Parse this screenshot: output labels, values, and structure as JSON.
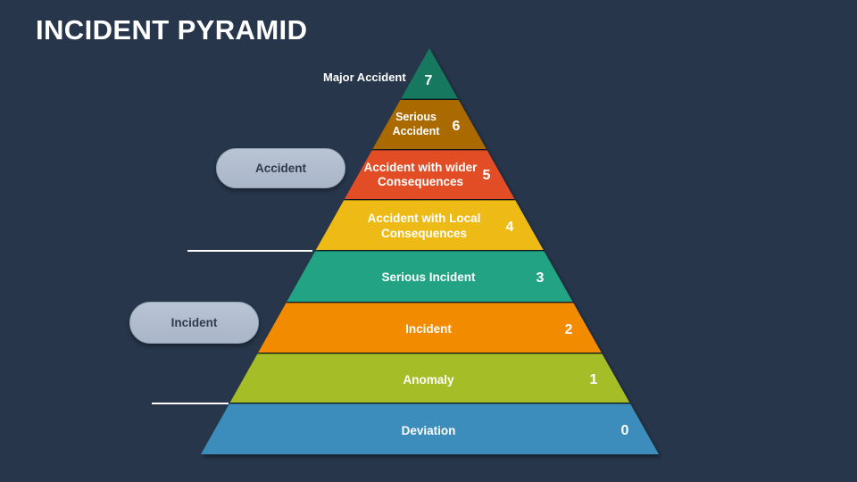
{
  "title": "INCIDENT PYRAMID",
  "background_color": "#27364b",
  "outside_labels": {
    "major_accident": "Major Accident"
  },
  "groups": [
    {
      "name": "accident-group",
      "label": "Accident"
    },
    {
      "name": "incident-group",
      "label": "Incident"
    }
  ],
  "chart_data": {
    "type": "pyramid",
    "title": "INCIDENT PYRAMID",
    "levels": [
      {
        "level": 7,
        "label": "Major Accident",
        "value": "7",
        "color": "#15795e",
        "label_inside": false
      },
      {
        "level": 6,
        "label": "Serious Accident",
        "value": "6",
        "color": "#aa6a06",
        "label_inside": true
      },
      {
        "level": 5,
        "label": "Accident with wider Consequences",
        "value": "5",
        "color": "#e24e26",
        "label_inside": true
      },
      {
        "level": 4,
        "label": "Accident with Local Consequences",
        "value": "4",
        "color": "#edba15",
        "label_inside": true
      },
      {
        "level": 3,
        "label": "Serious Incident",
        "value": "3",
        "color": "#22a383",
        "label_inside": true
      },
      {
        "level": 2,
        "label": "Incident",
        "value": "2",
        "color": "#f28b00",
        "label_inside": true
      },
      {
        "level": 1,
        "label": "Anomaly",
        "value": "1",
        "color": "#a5bd25",
        "label_inside": true
      },
      {
        "level": 0,
        "label": "Deviation",
        "value": "0",
        "color": "#3c8dbc",
        "label_inside": true
      }
    ]
  }
}
